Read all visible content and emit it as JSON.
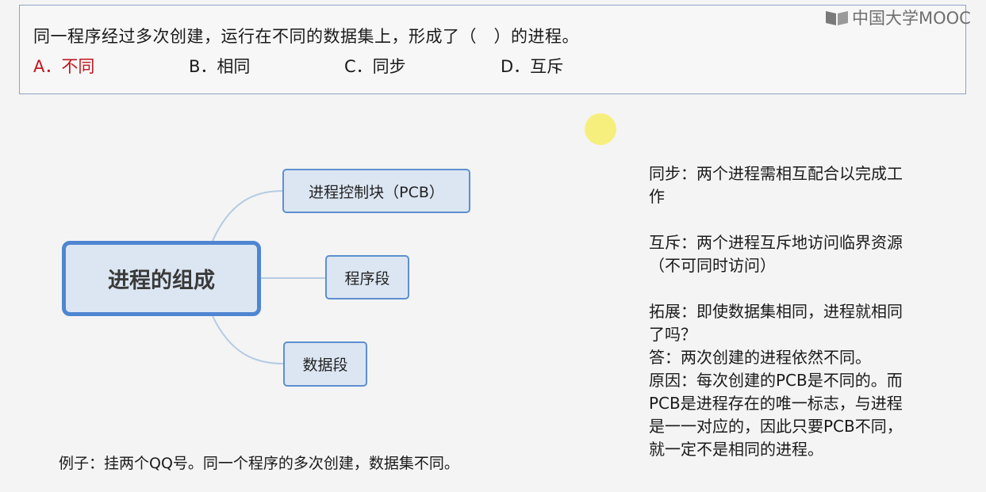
{
  "question": {
    "text": "同一程序经过多次创建，运行在不同的数据集上，形成了（　）的进程。",
    "options": [
      "A．不同",
      "B．相同",
      "C．同步",
      "D．互斥"
    ],
    "answer_color": "#c0161e"
  },
  "logo": {
    "text": "中国大学MOOC",
    "icon": "mooc-book-icon"
  },
  "diagram": {
    "root": "进程的组成",
    "children": [
      "进程控制块（PCB）",
      "程序段",
      "数据段"
    ]
  },
  "example": "例子：挂两个QQ号。同一个程序的多次创建，数据集不同。",
  "notes": {
    "sync": [
      "同步：两个进程需相互配合以完成工",
      "作"
    ],
    "mutex": [
      "互斥：两个进程互斥地访问临界资源",
      "（不可同时访问）"
    ],
    "extend": [
      "拓展：即使数据集相同，进程就相同",
      "了吗？",
      "答：两次创建的进程依然不同。",
      "原因：每次创建的PCB是不同的。而",
      "PCB是进程存在的唯一标志，与进程",
      "是一一对应的，因此只要PCB不同，",
      "就一定不是相同的进程。"
    ]
  },
  "colors": {
    "node_fill": "#dce6f3",
    "node_border": "#4f86d3",
    "highlight": "#f7ef7d"
  }
}
